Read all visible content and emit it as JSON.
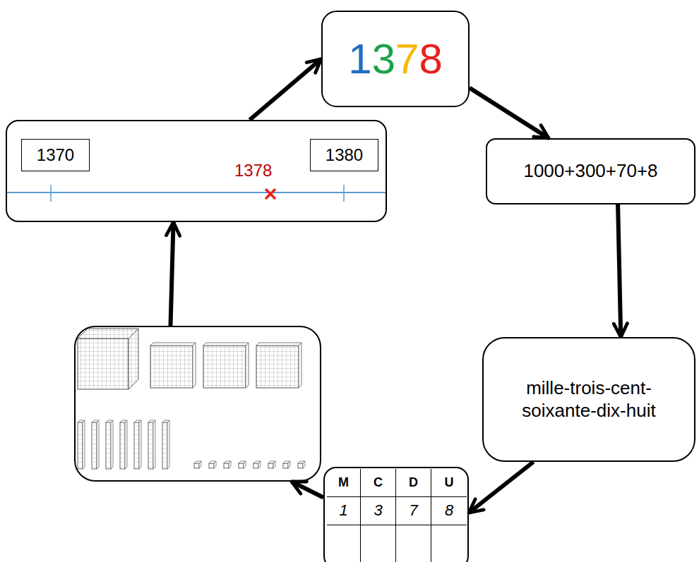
{
  "diagram": {
    "nodes": [
      {
        "text": [
          "1378"
        ]
      },
      {
        "text": [
          "1000+300+70+8"
        ]
      },
      {
        "text": [
          "mille-trois-cent-soixante-dix-huit"
        ]
      },
      {
        "text": [
          "M",
          "C",
          "D",
          "U",
          "1",
          "3",
          "7",
          "8"
        ]
      },
      {
        "text": []
      },
      {
        "text": [
          "1378"
        ]
      },
      {
        "text": [
          "1370"
        ],
        "in": 5
      },
      {
        "text": [
          "1380"
        ],
        "in": 5
      }
    ],
    "edges": [
      {
        "from": 0,
        "to": 1,
        "arrow": "to"
      },
      {
        "from": 1,
        "to": 2,
        "arrow": "to"
      },
      {
        "from": 2,
        "to": 3,
        "arrow": "to"
      },
      {
        "from": 3,
        "to": 4,
        "arrow": "to"
      },
      {
        "from": 4,
        "to": 5,
        "arrow": "to"
      },
      {
        "from": 5,
        "to": 0,
        "arrow": "to"
      }
    ]
  }
}
